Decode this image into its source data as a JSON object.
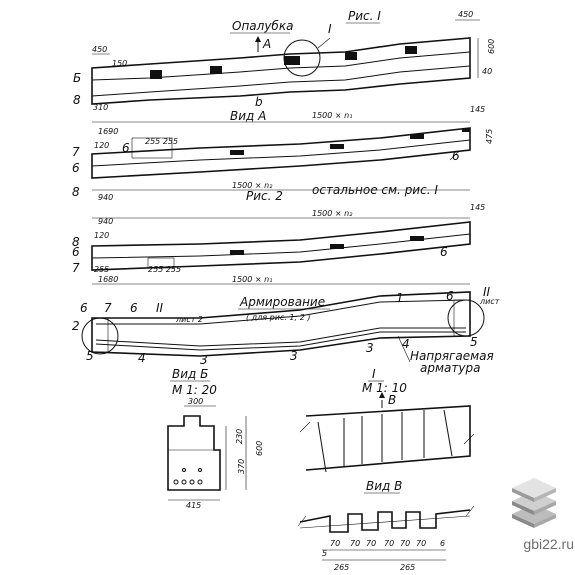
{
  "labels": {
    "opalubka": "Опалубка",
    "ris1": "Рис. I",
    "ris2": "Рис. 2",
    "ostalnoe": "остальное см. рис. I",
    "vid_a": "Вид А",
    "vid_b": "Вид Б",
    "vid_v_top": "В",
    "vid_v": "Вид В",
    "armirovanie": "Армирование",
    "dlya_ris": "( для рис. 1; 2 )",
    "napryag": "Напрягаемая",
    "armatura": "арматура",
    "scale_b": "M 1: 20",
    "scale_i": "M 1: 10",
    "roman_i": "I",
    "roman_ii": "II",
    "list2": "лист 2",
    "list": "лист"
  },
  "dims": {
    "d450": "450",
    "d1690": "1690",
    "d1500n2": "1500 × n₂",
    "d1500n1": "1500 × n₁",
    "d940": "940",
    "d1680": "1680",
    "d310": "310",
    "d145": "145",
    "d475": "475",
    "d600": "600",
    "d40": "40",
    "d120": "120",
    "d150": "150",
    "d2555": "255 255",
    "d255": "255",
    "d300": "300",
    "d230": "230",
    "d370": "370",
    "d415": "415",
    "d265": "265",
    "d70": "70",
    "d5": "5",
    "d6": "6"
  },
  "marks": {
    "A": "А",
    "B": "Б",
    "V": "В",
    "b": "b",
    "n1": "1",
    "n2": "2",
    "n3": "3",
    "n4": "4",
    "n5": "5",
    "n6": "6",
    "n7": "7",
    "n8": "8"
  },
  "watermark": "gbi22.ru",
  "colors": {
    "ink": "#111111",
    "watermark": "#6e6e6e",
    "logo_light": "#e3e3e3",
    "logo_mid": "#bdbdbd",
    "logo_dark": "#8a8a8a"
  }
}
